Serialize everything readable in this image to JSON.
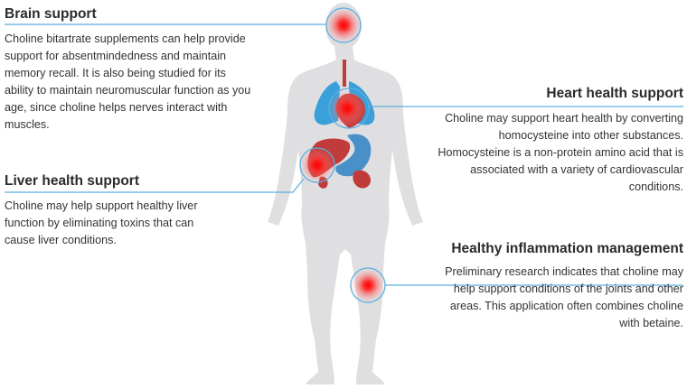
{
  "colors": {
    "body_silhouette": "#dfdfe2",
    "organ_blue": "#3aa0d9",
    "organ_red": "#c23b3b",
    "organ_stomach": "#4a90c8",
    "hotspot_red": "#ff1a1a",
    "leader_line": "#5aaee0"
  },
  "callouts": {
    "brain": {
      "title": "Brain support",
      "text": "Choline bitartrate supplements can help provide support for absentmindedness and maintain memory recall. It is also being studied for its ability to maintain neuromuscular function as you age, since choline helps nerves interact with muscles."
    },
    "liver": {
      "title": "Liver health support",
      "text": "Choline may help support healthy liver function by eliminating toxins that can cause liver conditions."
    },
    "heart": {
      "title": "Heart health support",
      "text": "Choline may support heart health by converting homocysteine into other substances. Homocysteine is a non-protein amino acid that is associated with a variety of cardiovascular conditions."
    },
    "inflammation": {
      "title": "Healthy inflammation management",
      "text": "Preliminary research indicates that choline may help support conditions of the joints and other areas. This application often combines choline with betaine."
    }
  }
}
